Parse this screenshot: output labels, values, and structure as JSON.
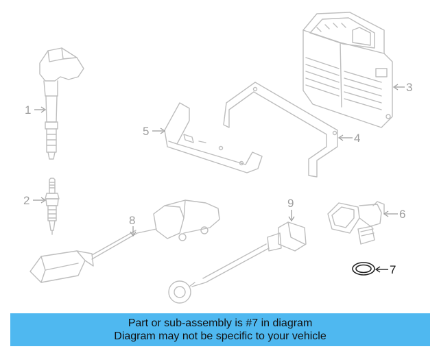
{
  "callouts": [
    {
      "id": "1",
      "label": "1",
      "highlighted": false
    },
    {
      "id": "2",
      "label": "2",
      "highlighted": false
    },
    {
      "id": "3",
      "label": "3",
      "highlighted": false
    },
    {
      "id": "4",
      "label": "4",
      "highlighted": false
    },
    {
      "id": "5",
      "label": "5",
      "highlighted": false
    },
    {
      "id": "6",
      "label": "6",
      "highlighted": false
    },
    {
      "id": "7",
      "label": "7",
      "highlighted": true
    },
    {
      "id": "8",
      "label": "8",
      "highlighted": false
    },
    {
      "id": "9",
      "label": "9",
      "highlighted": false
    }
  ],
  "banner": {
    "line1": "Part or sub-assembly is #7 in diagram",
    "line2": "Diagram may not be specific to your vehicle"
  },
  "colors": {
    "banner_bg": "#4fb8f0",
    "part_line": "#bdbdbd",
    "highlight": "#111111"
  }
}
